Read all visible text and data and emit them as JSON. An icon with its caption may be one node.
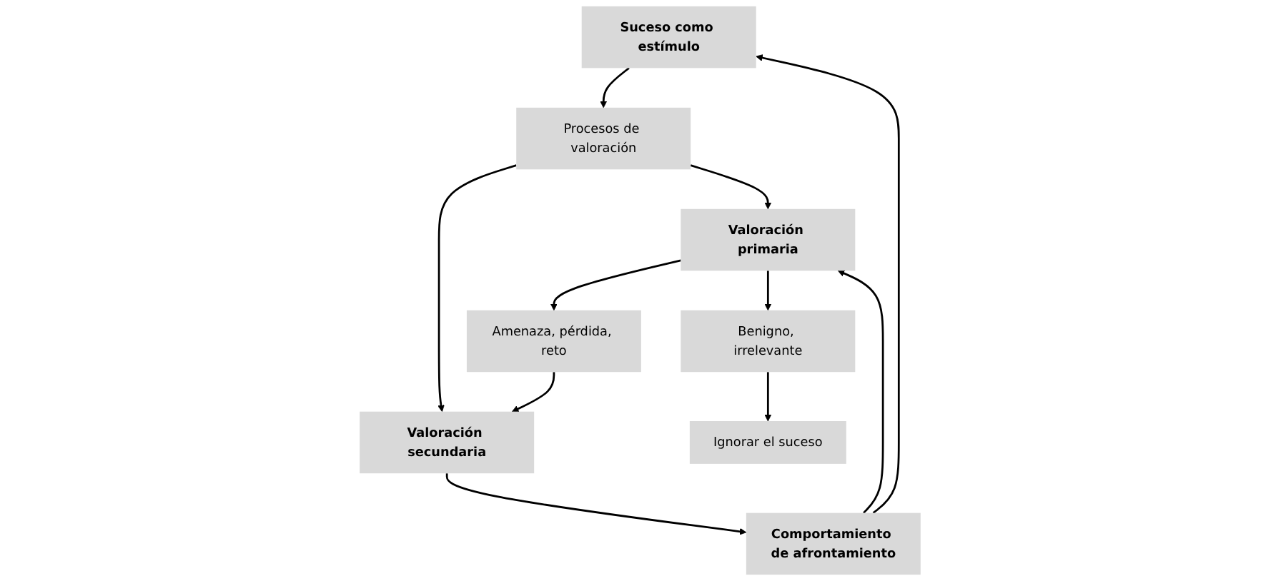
{
  "diagram": {
    "nodes": [
      {
        "text": [
          "Suceso como estímulo"
        ]
      },
      {
        "text": [
          "Procesos de valoración"
        ]
      },
      {
        "text": [
          "Valoración primaria"
        ]
      },
      {
        "text": [
          "Amenaza, pérdida, reto"
        ]
      },
      {
        "text": [
          "Valoración secundaria"
        ]
      },
      {
        "text": [
          "Benigno, irrelevante"
        ]
      },
      {
        "text": [
          "Comportamiento de afrontamiento"
        ]
      },
      {
        "text": [
          "Ignorar el suceso"
        ]
      }
    ],
    "edges": [
      {
        "from": 0,
        "to": 1,
        "arrow": "to"
      },
      {
        "from": 1,
        "to": 2,
        "arrow": "to"
      },
      {
        "from": 1,
        "to": 4,
        "arrow": "to"
      },
      {
        "from": 2,
        "to": 3,
        "arrow": "to"
      },
      {
        "from": 3,
        "to": 4,
        "arrow": "to"
      },
      {
        "from": 2,
        "to": 5,
        "arrow": "to"
      },
      {
        "from": 4,
        "to": 6,
        "arrow": "to"
      },
      {
        "from": 5,
        "to": 7,
        "arrow": "to"
      },
      {
        "from": 6,
        "to": 2,
        "arrow": "to"
      },
      {
        "from": 6,
        "to": 0,
        "arrow": "to"
      }
    ]
  }
}
